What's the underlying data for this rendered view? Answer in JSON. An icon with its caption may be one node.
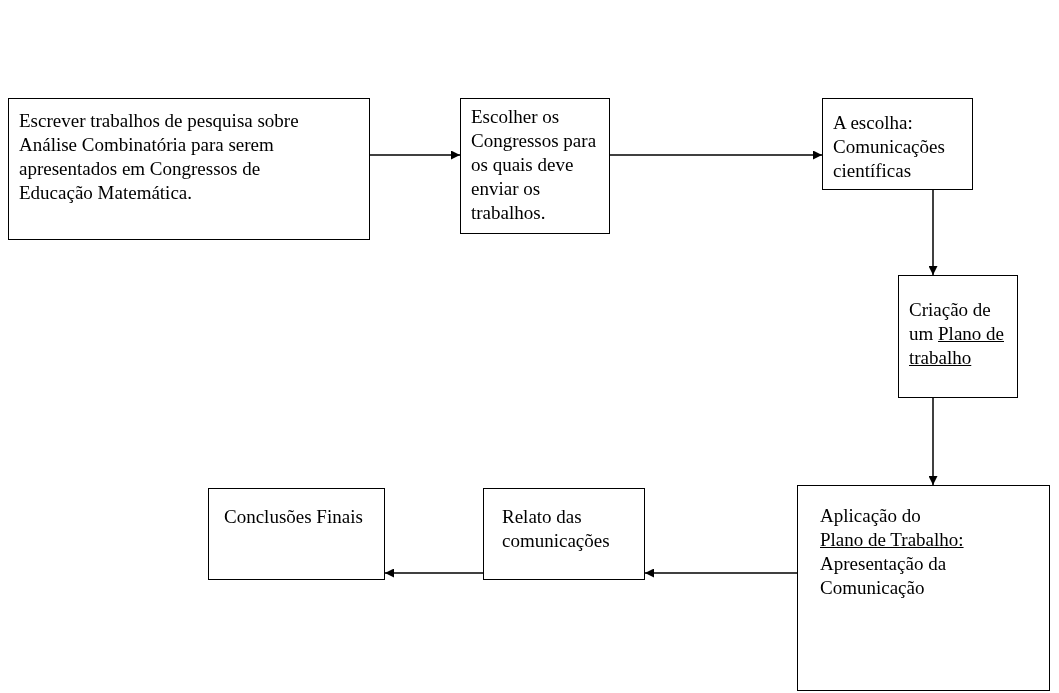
{
  "diagram": {
    "nodes": [
      {
        "text": [
          "Escrever trabalhos de pesquisa sobre Análise Combinatória para serem apresentados em Congressos de Educação Matemática."
        ]
      },
      {
        "text": [
          "Escolher os Congressos para os quais deve enviar os trabalhos."
        ]
      },
      {
        "text": [
          "A escolha: Comunicações científicas"
        ]
      },
      {
        "text": [
          "Criação de um",
          "Plano de trabalho"
        ]
      },
      {
        "text": [
          "Aplicação do",
          "Plano de Trabalho:",
          "Apresentação da Comunicação"
        ]
      },
      {
        "text": [
          "Relato das comunicações"
        ]
      },
      {
        "text": [
          "Conclusões Finais"
        ]
      }
    ],
    "edges": [
      {
        "from": 0,
        "to": 1,
        "arrow": "to"
      },
      {
        "from": 1,
        "to": 2,
        "arrow": "to"
      },
      {
        "from": 2,
        "to": 3,
        "arrow": "to"
      },
      {
        "from": 3,
        "to": 4,
        "arrow": "to"
      },
      {
        "from": 4,
        "to": 5,
        "arrow": "to"
      },
      {
        "from": 5,
        "to": 6,
        "arrow": "to"
      }
    ]
  }
}
